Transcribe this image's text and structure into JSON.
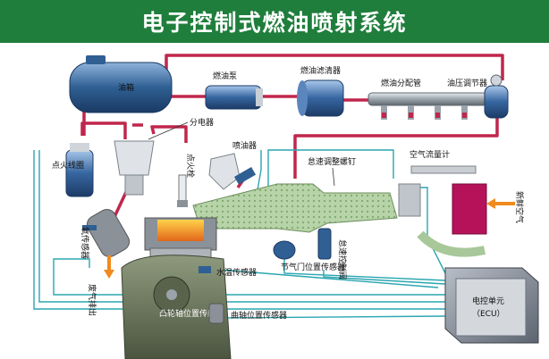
{
  "header": {
    "title": "电子控制式燃油喷射系统",
    "background": "#1f7e3c"
  },
  "labels": {
    "fuel_tank": "油箱",
    "fuel_pump": "燃油泵",
    "fuel_filter": "燃油滤清器",
    "fuel_rail": "燃油分配管",
    "pressure_regulator": "油压调节器",
    "distributor": "分电器",
    "spark_plug": "点火栓",
    "injector": "喷油器",
    "idle_screw": "怠速调整螺钉",
    "airflow_meter": "空气流量计",
    "fresh_air": "新鲜空气",
    "ignition_coil": "点火线圈",
    "oxygen_sensor": "氧传感器",
    "exhaust": "废气排出",
    "coolant_sensor": "水温传感器",
    "throttle_sensor": "节气门位置传感器",
    "idle_valve": "怠速控制阀",
    "cam_sensor": "凸轮轴位置传感器",
    "crank_sensor": "曲轴位置传感器",
    "ecu_line1": "电控单元",
    "ecu_line2": "（ECU）"
  },
  "colors": {
    "fuel_line": "#c0264b",
    "signal_line": "#2aa6b0",
    "tank": "#2f5f93",
    "engine_body": "#6f7d62",
    "combustion": "#f08a1e",
    "intake": "#a8c89a",
    "ecu": "#7a8290",
    "airflow_box": "#b5125a"
  },
  "icons": [
    "fuel-tank-icon",
    "fuel-pump-icon",
    "fuel-filter-icon",
    "fuel-rail-icon",
    "pressure-regulator-icon",
    "distributor-icon",
    "spark-plug-icon",
    "injector-icon",
    "ignition-coil-icon",
    "oxygen-sensor-icon",
    "engine-block-icon",
    "intake-manifold-icon",
    "airflow-meter-icon",
    "throttle-sensor-icon",
    "idle-valve-icon",
    "ecu-icon",
    "crank-sensor-icon"
  ]
}
